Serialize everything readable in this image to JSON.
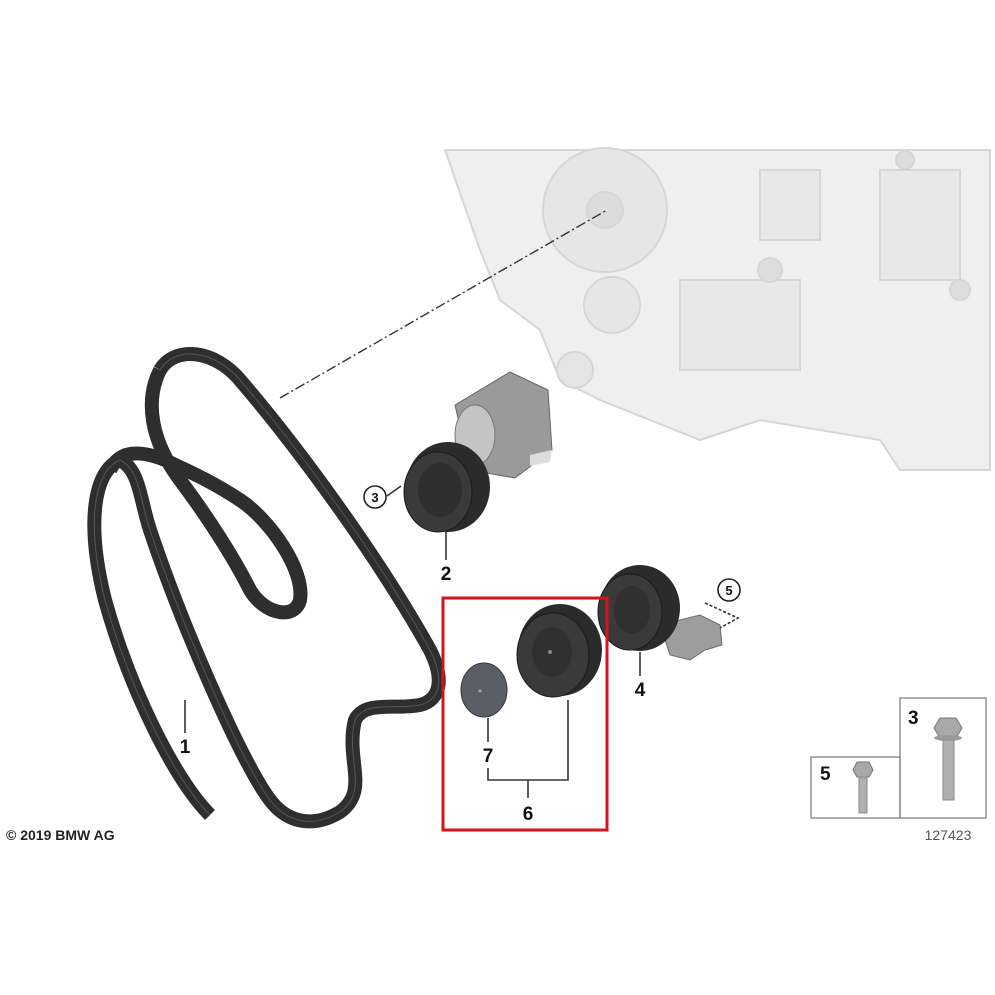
{
  "diagram": {
    "copyright": "© 2019 BMW AG",
    "diagram_number": "127423",
    "highlight_color": "#d7141a",
    "callouts": {
      "belt": "1",
      "tensioner_pulley": "2",
      "tensioner_bolt_circled": "3",
      "idler_pulley_arm": "4",
      "arm_bolt_circled": "5",
      "idler_pulley_kit": "6",
      "pulley_cap": "7"
    },
    "hardware_table": {
      "bolt_3_label": "3",
      "bolt_5_label": "5"
    }
  }
}
